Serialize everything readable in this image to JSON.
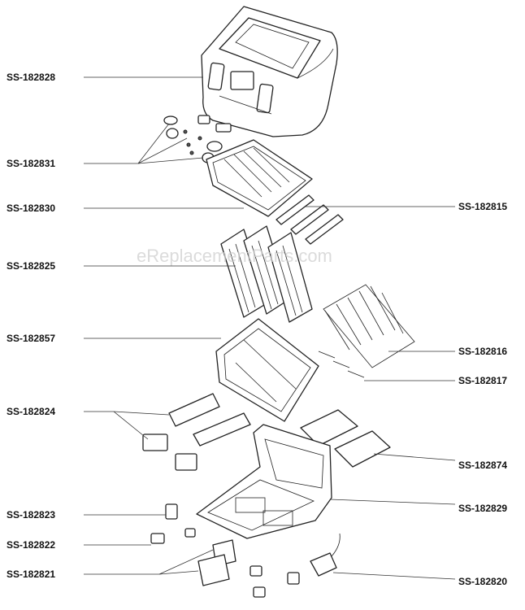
{
  "watermark": "eReplacementParts.com",
  "labels": [
    {
      "id": "SS-182828"
    },
    {
      "id": "SS-182831"
    },
    {
      "id": "SS-182830"
    },
    {
      "id": "SS-182825"
    },
    {
      "id": "SS-182857"
    },
    {
      "id": "SS-182824"
    },
    {
      "id": "SS-182823"
    },
    {
      "id": "SS-182822"
    },
    {
      "id": "SS-182821"
    },
    {
      "id": "SS-182815"
    },
    {
      "id": "SS-182816"
    },
    {
      "id": "SS-182817"
    },
    {
      "id": "SS-182874"
    },
    {
      "id": "SS-182829"
    },
    {
      "id": "SS-182820"
    }
  ]
}
